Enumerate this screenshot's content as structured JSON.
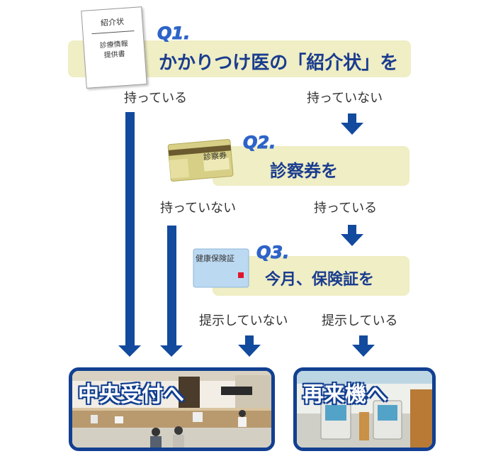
{
  "q1": {
    "label": "Q1.",
    "question": "かかりつけ医の「紹介状」を",
    "document": {
      "title": "紹介状",
      "line1": "診療情報",
      "line2": "提供書"
    },
    "yes": "持っている",
    "no": "持っていない"
  },
  "q2": {
    "label": "Q2.",
    "question": "診察券を",
    "card_text": "診察券",
    "no": "持っていない",
    "yes": "持っている"
  },
  "q3": {
    "label": "Q3.",
    "question": "今月、保険証を",
    "card_text": "健康保険証",
    "no": "提示していない",
    "yes": "提示している"
  },
  "destinations": {
    "central": "中央受付へ",
    "kiosk": "再来機へ"
  },
  "colors": {
    "arrow": "#124a9e",
    "question_bar": "#efeec4",
    "question_text": "#1a3c8f",
    "label": "#2e64c8"
  }
}
